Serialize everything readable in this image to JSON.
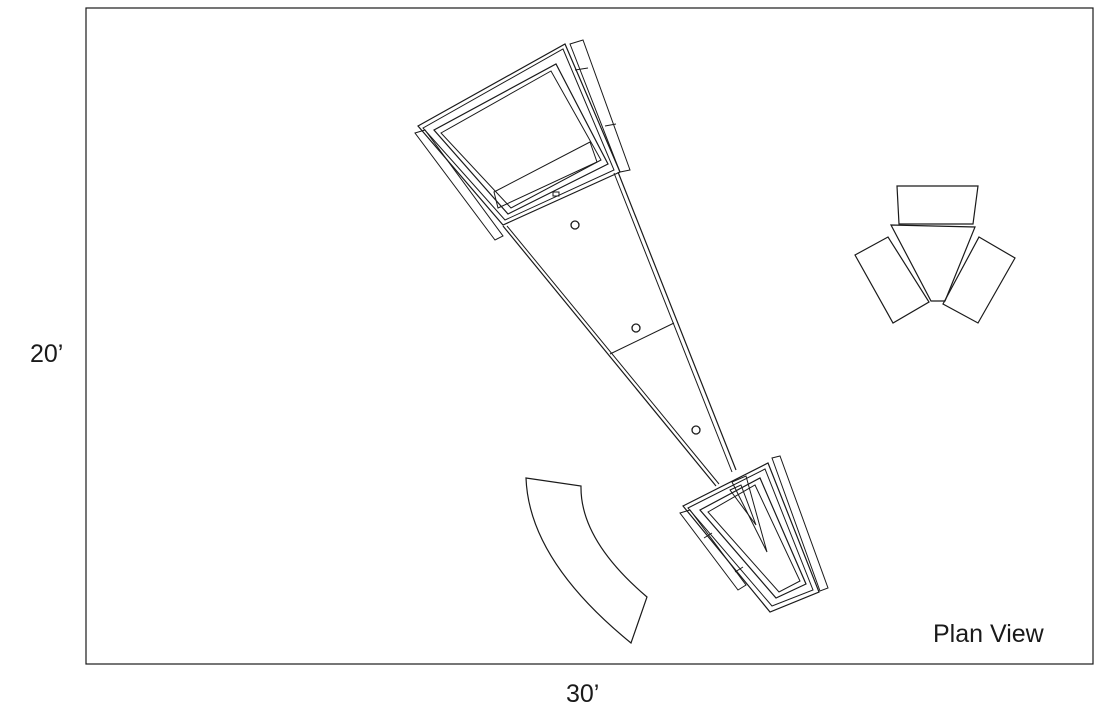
{
  "labels": {
    "height": "20’",
    "width": "30’",
    "view": "Plan View"
  }
}
